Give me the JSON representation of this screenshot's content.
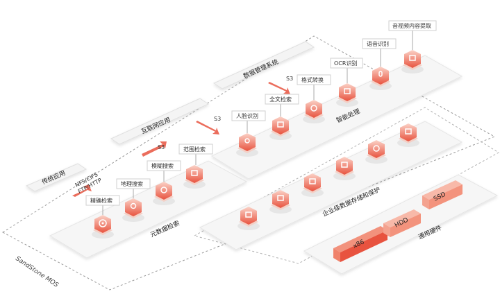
{
  "brand": "SandStone MOS",
  "platforms": {
    "metadata_search": "元数据检索",
    "smart_processing": "智能处理",
    "data_protection": "企业级数据存储和保护",
    "hardware": "通用硬件"
  },
  "apps": {
    "traditional": "传统应用",
    "internet": "互联网应用",
    "data_mgmt": "数据管理系统"
  },
  "protocols": {
    "nfs": "NFS/CIFS",
    "ftp": "FTP/HTTP",
    "s3_a": "S3",
    "s3_b": "S3",
    "s3_c": "S3"
  },
  "search_items": {
    "exact": "精确检索",
    "geo": "地理搜索",
    "fuzzy": "模糊搜索",
    "range": "范围检索"
  },
  "ai_items": {
    "face": "人脸识别",
    "fulltext": "全文检索",
    "format": "格式转换",
    "ocr": "OCR识别",
    "voice": "语音识别",
    "av": "音视频内容提取"
  },
  "hardware_items": {
    "x86": "x86",
    "hdd": "HDD",
    "ssd": "SSD"
  },
  "colors": {
    "accent": "#e8533f",
    "accent_light": "#f6a493",
    "platform": "#f6f6f6",
    "border": "#999999"
  }
}
